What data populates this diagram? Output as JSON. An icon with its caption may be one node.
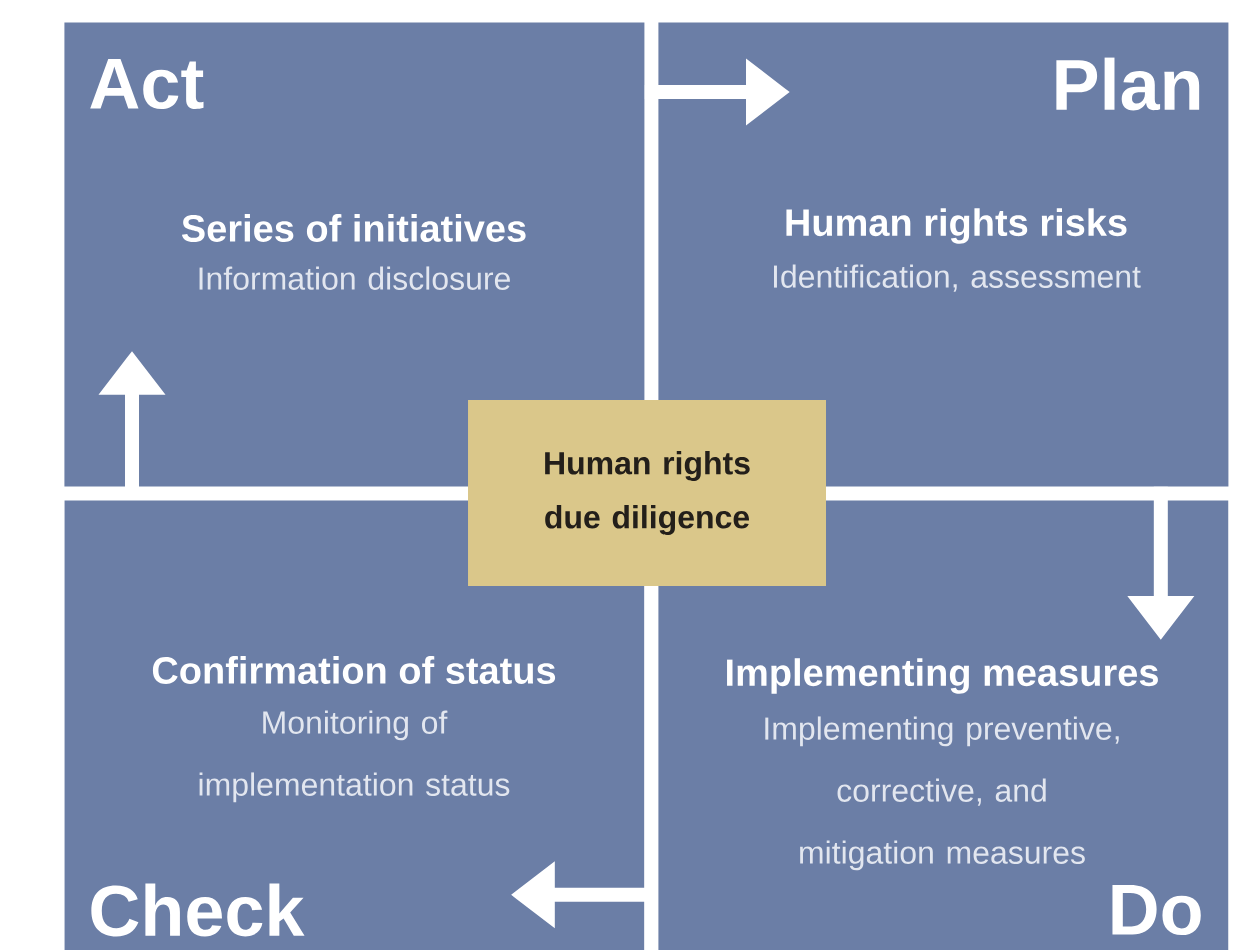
{
  "diagram": {
    "nodes": [
      {
        "text": [
          "Act",
          "Series of initiatives",
          "Information disclosure"
        ]
      },
      {
        "text": [
          "Plan",
          "Human rights risks",
          "Identification, assessment"
        ]
      },
      {
        "text": [
          "Human rights due diligence"
        ]
      },
      {
        "text": [
          "Confirmation of status",
          "Monitoring of implementation status",
          "Check"
        ]
      },
      {
        "text": [
          "Implementing measures",
          "Implementing preventive, corrective, and mitigation measures",
          "Do"
        ]
      }
    ],
    "edges": [
      {
        "from": 0,
        "to": 1,
        "arrow": "to"
      },
      {
        "from": 1,
        "to": 4,
        "arrow": "to"
      },
      {
        "from": 4,
        "to": 3,
        "arrow": "to"
      },
      {
        "from": 3,
        "to": 0,
        "arrow": "to"
      }
    ]
  }
}
